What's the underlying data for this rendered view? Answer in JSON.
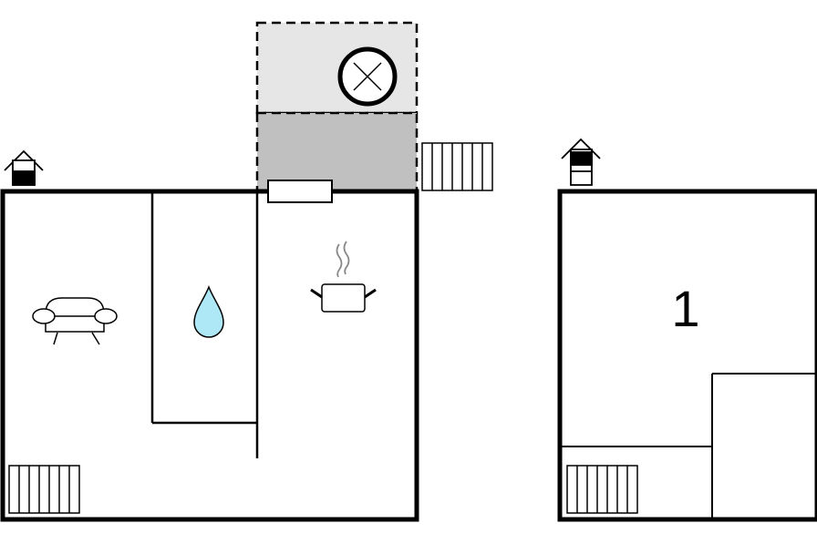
{
  "floor_plan": {
    "floors": [
      {
        "id": "ground-floor",
        "marker_icon": "house-floor-marker-icon",
        "rooms": [
          {
            "name": "living-room",
            "icon": "sofa-icon"
          },
          {
            "name": "bathroom",
            "icon": "water-drop-icon"
          },
          {
            "name": "kitchen",
            "icon": "cooking-pot-icon"
          }
        ],
        "outdoor": [
          {
            "name": "covered-terrace",
            "fill": "#c0c0c0"
          },
          {
            "name": "open-terrace",
            "icon": "hot-tub-icon",
            "fill": "#e6e6e6"
          }
        ],
        "features": [
          "window",
          "stairs-icon",
          "stairs-icon"
        ]
      },
      {
        "id": "upper-floor",
        "marker_icon": "house-floor-marker-icon",
        "rooms": [
          {
            "name": "bedroom",
            "label": "1"
          }
        ],
        "features": [
          "stairs-icon"
        ]
      }
    ],
    "colors": {
      "wall": "#000000",
      "water": "#aee8f7",
      "covered_terrace": "#c0c0c0",
      "open_terrace": "#e6e6e6"
    }
  }
}
